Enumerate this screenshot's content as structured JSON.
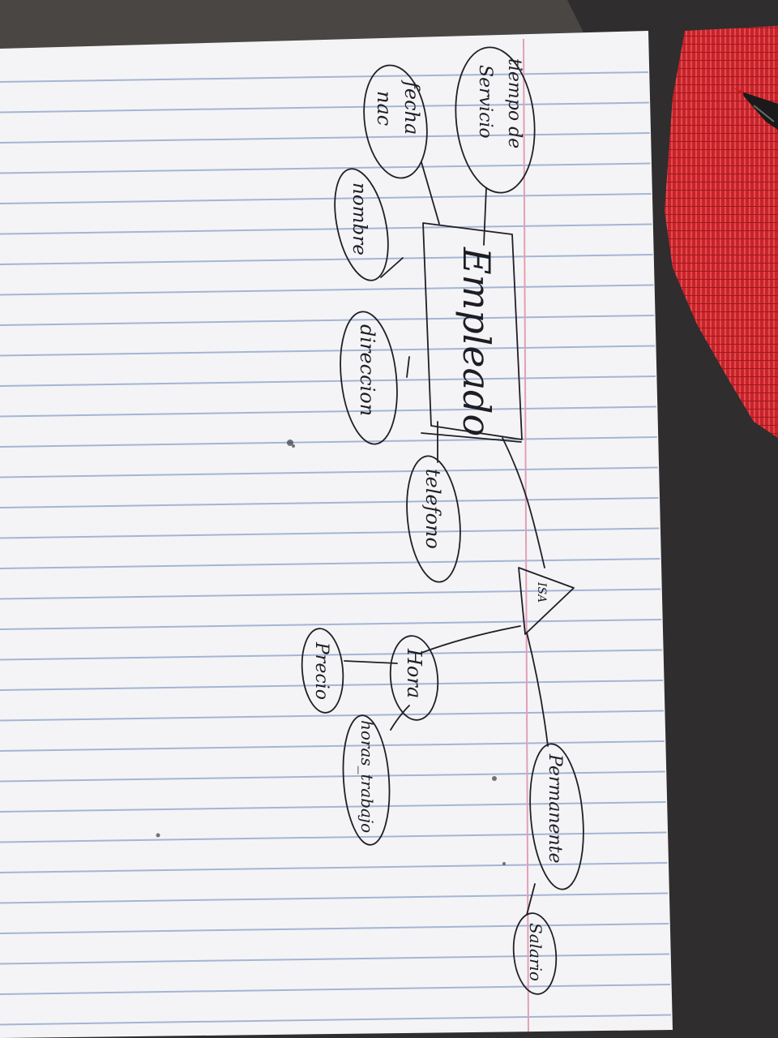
{
  "diagram": {
    "entity": "Empleado",
    "attributes": {
      "tiempo_servicio": [
        "tiempo de",
        "Servicio"
      ],
      "fecha_nac": [
        "fecha",
        "nac"
      ],
      "nombre": "nombre",
      "direccion": "direccion",
      "telefono": "telefono"
    },
    "isa": "ISA",
    "subclasses": {
      "hora": {
        "label": "Hora",
        "attributes": {
          "precio": "Precio",
          "horas_trabajo": "horas_trabajo"
        }
      },
      "permanente": {
        "label": "Permanente",
        "attributes": {
          "salario": "Salario"
        }
      }
    }
  },
  "colors": {
    "paper": "#f4f4f6",
    "rule_line": "#8aa0c8",
    "margin_line": "#e2a0b4",
    "ink": "#1f1f26",
    "desk": "#2f2d2e",
    "mat": "#c8232b"
  }
}
